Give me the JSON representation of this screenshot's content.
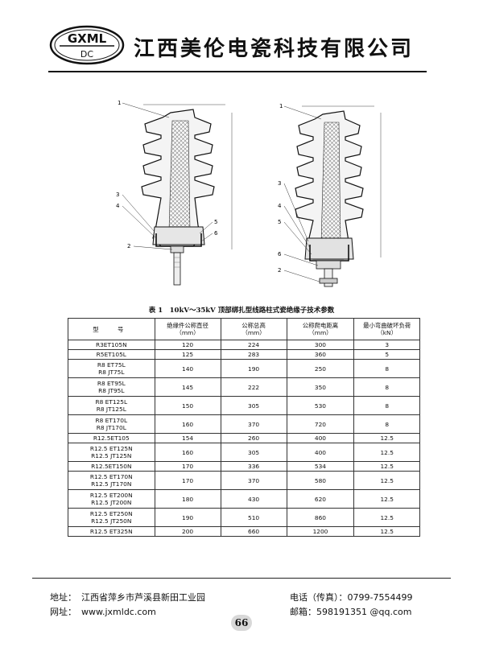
{
  "header": {
    "logo_top": "GXML",
    "logo_bottom": "DC",
    "company_name": "江西美伦电瓷科技有限公司"
  },
  "drawings": {
    "left_labels": [
      "1",
      "3",
      "4",
      "5",
      "6",
      "2"
    ],
    "right_labels": [
      "1",
      "3",
      "4",
      "5",
      "6",
      "2"
    ]
  },
  "table": {
    "caption": "表 1　10kV～35kV 顶部绑扎型线路柱式瓷绝缘子技术参数",
    "headers": {
      "model": "型　号",
      "diameter": [
        "绝缘件公称直径",
        "（mm）"
      ],
      "height": [
        "公称总高",
        "（mm）"
      ],
      "creepage": [
        "公称爬电距离",
        "（mm）"
      ],
      "load": [
        "最小弯曲破坏负荷",
        "（kN）"
      ]
    },
    "rows": [
      {
        "model": [
          "R3ET105N"
        ],
        "diameter": "120",
        "height": "224",
        "creepage": "300",
        "load": "3"
      },
      {
        "model": [
          "R5ET105L"
        ],
        "diameter": "125",
        "height": "283",
        "creepage": "360",
        "load": "5"
      },
      {
        "model": [
          "R8 ET75L",
          "R8 JT75L"
        ],
        "diameter": "140",
        "height": "190",
        "creepage": "250",
        "load": "8"
      },
      {
        "model": [
          "R8 ET95L",
          "R8 JT95L"
        ],
        "diameter": "145",
        "height": "222",
        "creepage": "350",
        "load": "8"
      },
      {
        "model": [
          "R8 ET125L",
          "R8 JT125L"
        ],
        "diameter": "150",
        "height": "305",
        "creepage": "530",
        "load": "8"
      },
      {
        "model": [
          "R8 ET170L",
          "R8 JT170L"
        ],
        "diameter": "160",
        "height": "370",
        "creepage": "720",
        "load": "8"
      },
      {
        "model": [
          "R12.5ET105"
        ],
        "diameter": "154",
        "height": "260",
        "creepage": "400",
        "load": "12.5"
      },
      {
        "model": [
          "R12.5 ET125N",
          "R12.5 JT125N"
        ],
        "diameter": "160",
        "height": "305",
        "creepage": "400",
        "load": "12.5"
      },
      {
        "model": [
          "R12.5ET150N"
        ],
        "diameter": "170",
        "height": "336",
        "creepage": "534",
        "load": "12.5"
      },
      {
        "model": [
          "R12.5 ET170N",
          "R12.5 JT170N"
        ],
        "diameter": "170",
        "height": "370",
        "creepage": "580",
        "load": "12.5"
      },
      {
        "model": [
          "R12.5 ET200N",
          "R12.5 JT200N"
        ],
        "diameter": "180",
        "height": "430",
        "creepage": "620",
        "load": "12.5"
      },
      {
        "model": [
          "R12.5 ET250N",
          "R12.5 JT250N"
        ],
        "diameter": "190",
        "height": "510",
        "creepage": "860",
        "load": "12.5"
      },
      {
        "model": [
          "R12.5 ET325N"
        ],
        "diameter": "200",
        "height": "660",
        "creepage": "1200",
        "load": "12.5"
      }
    ]
  },
  "footer": {
    "address_label": "地址：",
    "address": "江西省萍乡市芦溪县新田工业园",
    "website_label": "网址：",
    "website": "www.jxmldc.com",
    "phone_label": "电话（传真）：",
    "phone": "0799-7554499",
    "email_label": "邮箱：",
    "email": "598191351 @qq.com",
    "page_number": "66"
  }
}
